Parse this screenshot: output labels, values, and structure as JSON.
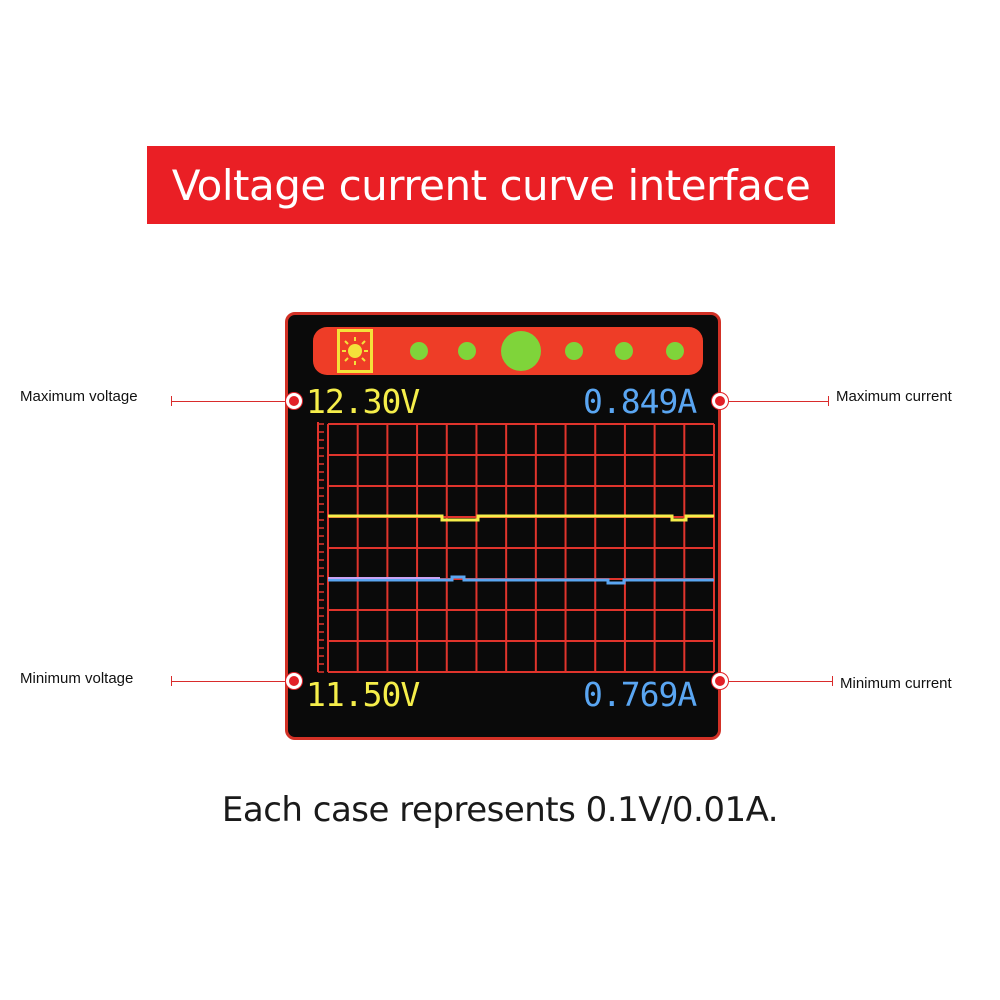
{
  "banner": {
    "title": "Voltage current curve interface",
    "color": "#ea1f25"
  },
  "display": {
    "max_voltage": "12.30V",
    "max_current": "0.849A",
    "min_voltage": "11.50V",
    "min_current": "0.769A",
    "voltage_color": "#f5ee4a",
    "current_color": "#5aa6f2",
    "grid_color": "#e0342c",
    "topbar": {
      "icon": "sun-icon",
      "indicator_count": 6,
      "indicator_color": "#7fd43a"
    }
  },
  "callouts": {
    "max_voltage_label": "Maximum voltage",
    "min_voltage_label": "Minimum voltage",
    "max_current_label": "Maximum current",
    "min_current_label": "Minimum current"
  },
  "footer": {
    "text": "Each case represents 0.1V/0.01A."
  }
}
